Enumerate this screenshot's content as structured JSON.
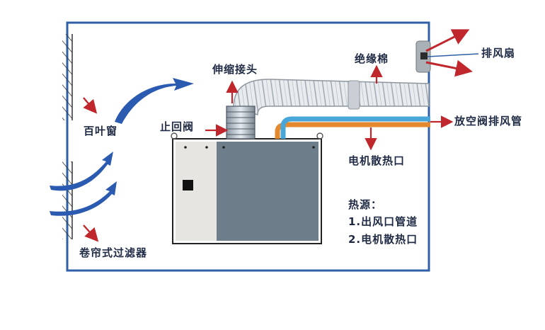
{
  "labels": {
    "louver": "百叶窗",
    "roller_filter": "卷帘式过滤器",
    "expansion_joint": "伸缩接头",
    "check_valve": "止回阀",
    "insulation": "绝缘棉",
    "exhaust_fan": "排风扇",
    "vent_pipe": "放空阀排风管",
    "motor_vent": "电机散热口"
  },
  "heat_sources": {
    "title": "热源：",
    "items": [
      "1.出风口管道",
      "2.电机散热口"
    ]
  },
  "colors": {
    "wall": "#2f5fa7",
    "arrow_red": "#c0272d",
    "airflow_blue": "#2b5bb0",
    "pipe_orange": "#e38a2e",
    "pipe_blue": "#49a6d8",
    "unit_gray": "#6e7d8a",
    "panel_light": "#e7e5e2"
  }
}
